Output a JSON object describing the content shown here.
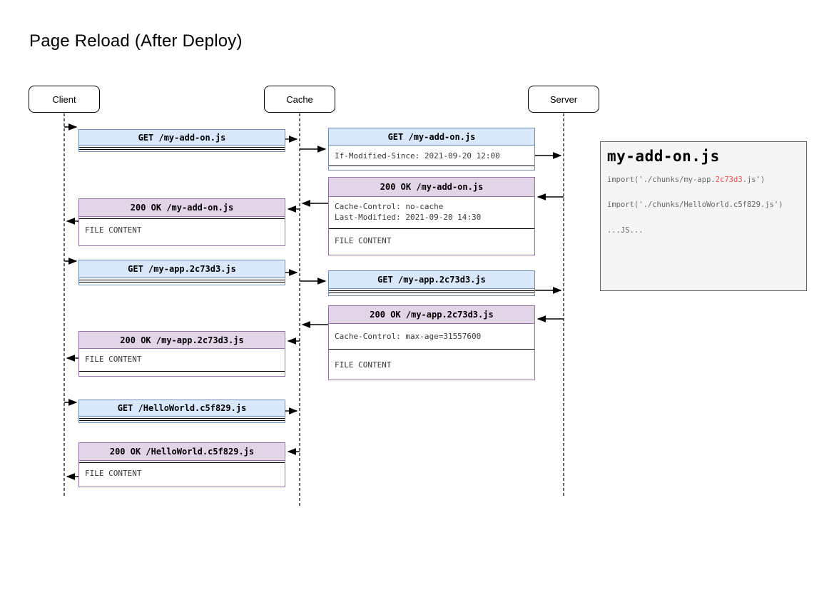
{
  "title": "Page Reload (After Deploy)",
  "actors": {
    "client": "Client",
    "cache": "Cache",
    "server": "Server"
  },
  "messages": {
    "m1": {
      "header": "GET /my-add-on.js",
      "from": "Client",
      "to": "Cache"
    },
    "m2": {
      "header": "GET /my-add-on.js",
      "body": [
        "If-Modified-Since: 2021-09-20 12:00"
      ],
      "from": "Cache",
      "to": "Server"
    },
    "m3": {
      "header": "200 OK /my-add-on.js",
      "body": [
        "Cache-Control: no-cache",
        "Last-Modified: 2021-09-20 14:30"
      ],
      "content": "FILE CONTENT",
      "from": "Server",
      "to": "Cache"
    },
    "m4": {
      "header": "200 OK /my-add-on.js",
      "content": "FILE CONTENT",
      "from": "Cache",
      "to": "Client"
    },
    "m5": {
      "header": "GET /my-app.2c73d3.js",
      "from": "Client",
      "to": "Cache"
    },
    "m6": {
      "header": "GET /my-app.2c73d3.js",
      "from": "Cache",
      "to": "Server"
    },
    "m7": {
      "header": "200 OK /my-app.2c73d3.js",
      "body": [
        "Cache-Control: max-age=31557600"
      ],
      "content": "FILE CONTENT",
      "from": "Server",
      "to": "Cache"
    },
    "m8": {
      "header": "200 OK /my-app.2c73d3.js",
      "content": "FILE CONTENT",
      "from": "Cache",
      "to": "Client"
    },
    "m9": {
      "header": "GET /HelloWorld.c5f829.js",
      "from": "Client",
      "to": "Cache"
    },
    "m10": {
      "header": "200 OK /HelloWorld.c5f829.js",
      "content": "FILE CONTENT",
      "from": "Cache",
      "to": "Client"
    }
  },
  "code_panel": {
    "title": "my-add-on.js",
    "line1_pre": "import('./chunks/my-app.",
    "line1_hash": "2c73d3",
    "line1_post": ".js')",
    "line2": "import('./chunks/HelloWorld.c5f829.js')",
    "line3": "...JS..."
  },
  "colors": {
    "request_header_fill": "#dae8fc",
    "request_border": "#6c8ebf",
    "response_header_fill": "#e1d5e7",
    "response_border": "#9673a6",
    "hash_highlight": "#ff4d4d",
    "panel_bg": "#f5f5f5"
  }
}
